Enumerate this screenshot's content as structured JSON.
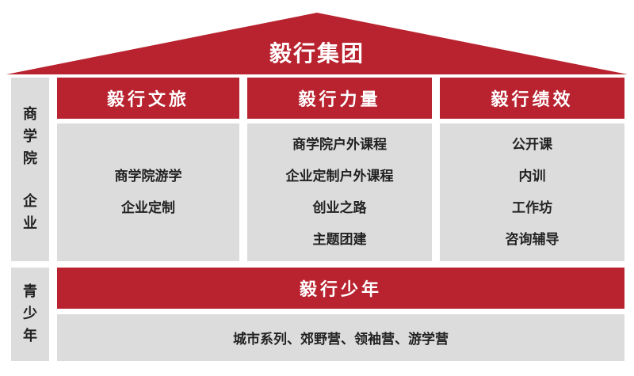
{
  "group_title": "毅行集团",
  "left_top": {
    "chars": [
      "商",
      "学",
      "院",
      "企",
      "业"
    ]
  },
  "left_bottom": {
    "chars": [
      "青",
      "少",
      "年"
    ]
  },
  "columns": [
    {
      "title": "毅行文旅",
      "items": [
        "商学院游学",
        "企业定制"
      ]
    },
    {
      "title": "毅行力量",
      "items": [
        "商学院户外课程",
        "企业定制户外课程",
        "创业之路",
        "主题团建"
      ]
    },
    {
      "title": "毅行绩效",
      "items": [
        "公开课",
        "内训",
        "工作坊",
        "咨询辅导"
      ]
    }
  ],
  "youth": {
    "title": "毅行少年",
    "items": "城市系列、郊野营、领袖营、游学营"
  },
  "colors": {
    "red": "#b8232f",
    "grey": "#dcdcdc",
    "text": "#222222"
  }
}
